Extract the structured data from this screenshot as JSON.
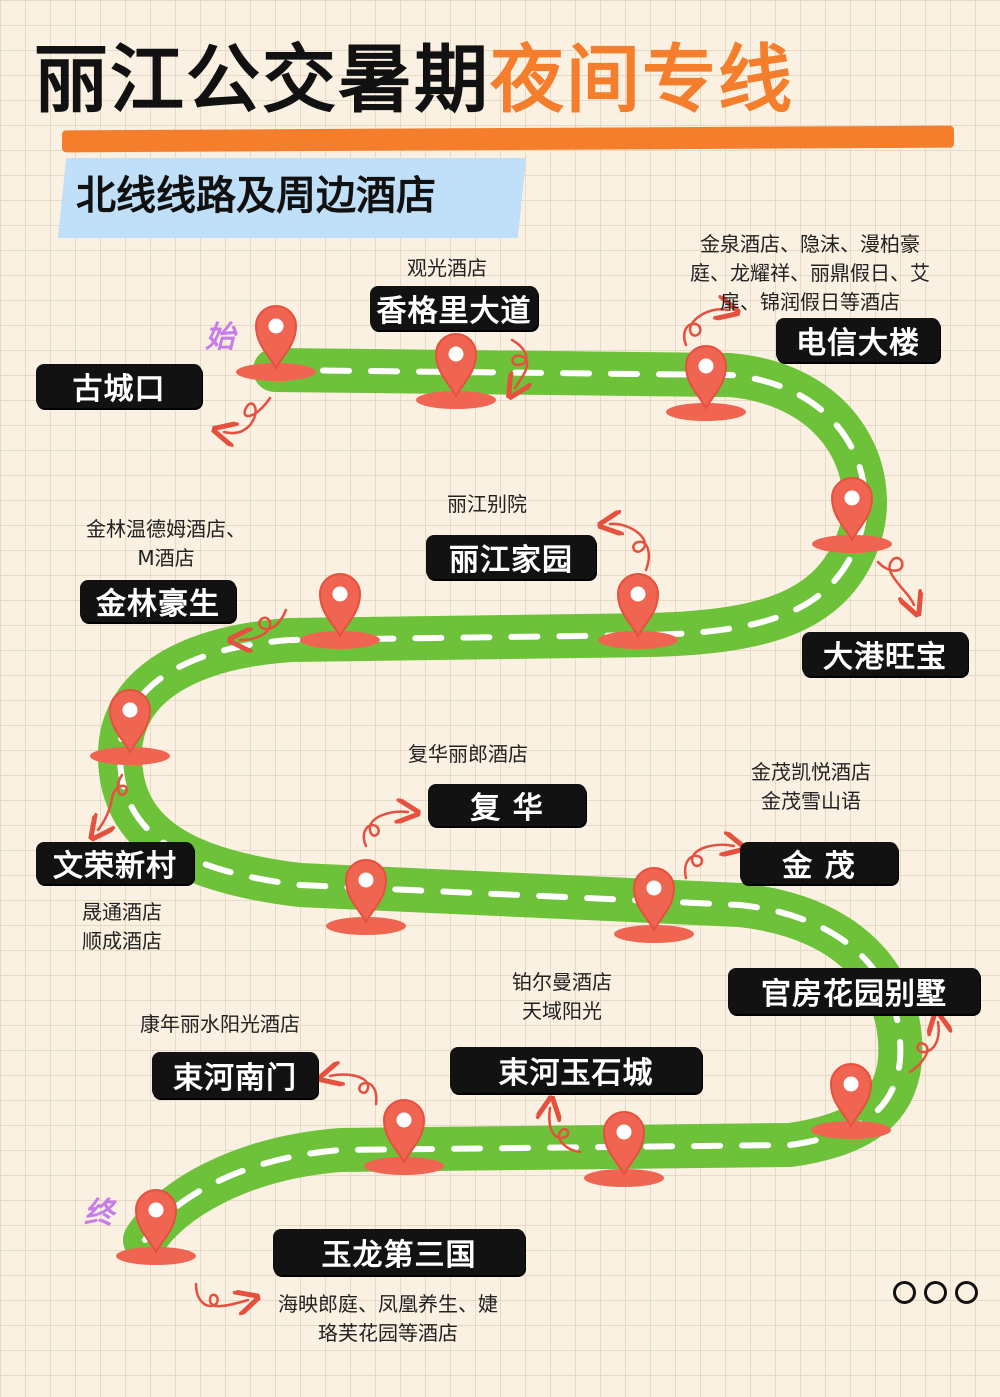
{
  "title": {
    "part1": "丽江公交暑期",
    "part2": "夜间专线"
  },
  "subtitle": "北线线路及周边酒店",
  "markers": {
    "start": "始",
    "end": "终"
  },
  "colors": {
    "road": "#72c93d",
    "pin": "#f06452",
    "accent": "#f47e2c",
    "label_bg": "#121212",
    "subtitle_bg": "#bfe0f8"
  },
  "stops": [
    {
      "name": "古城口",
      "hotels": []
    },
    {
      "name": "香格里大道",
      "hotels": [
        "观光酒店"
      ]
    },
    {
      "name": "电信大楼",
      "hotels": [
        "金泉酒店、隐沫、漫柏豪",
        "庭、龙耀祥、丽鼎假日、艾",
        "扉、锦润假日等酒店"
      ]
    },
    {
      "name": "大港旺宝",
      "hotels": []
    },
    {
      "name": "丽江家园",
      "hotels": [
        "丽江别院"
      ]
    },
    {
      "name": "金林豪生",
      "hotels": [
        "金林温德姆酒店、",
        "M酒店"
      ]
    },
    {
      "name": "文荣新村",
      "hotels": [
        "晟通酒店",
        "顺成酒店"
      ]
    },
    {
      "name": "复 华",
      "hotels": [
        "复华丽郎酒店"
      ]
    },
    {
      "name": "金 茂",
      "hotels": [
        "金茂凯悦酒店",
        "金茂雪山语"
      ]
    },
    {
      "name": "官房花园别墅",
      "hotels": []
    },
    {
      "name": "束河玉石城",
      "hotels": [
        "铂尔曼酒店",
        "天域阳光"
      ]
    },
    {
      "name": "束河南门",
      "hotels": [
        "康年丽水阳光酒店"
      ]
    },
    {
      "name": "玉龙第三国",
      "hotels": [
        "海映郎庭、凤凰养生、婕",
        "珞芙花园等酒店"
      ]
    }
  ]
}
